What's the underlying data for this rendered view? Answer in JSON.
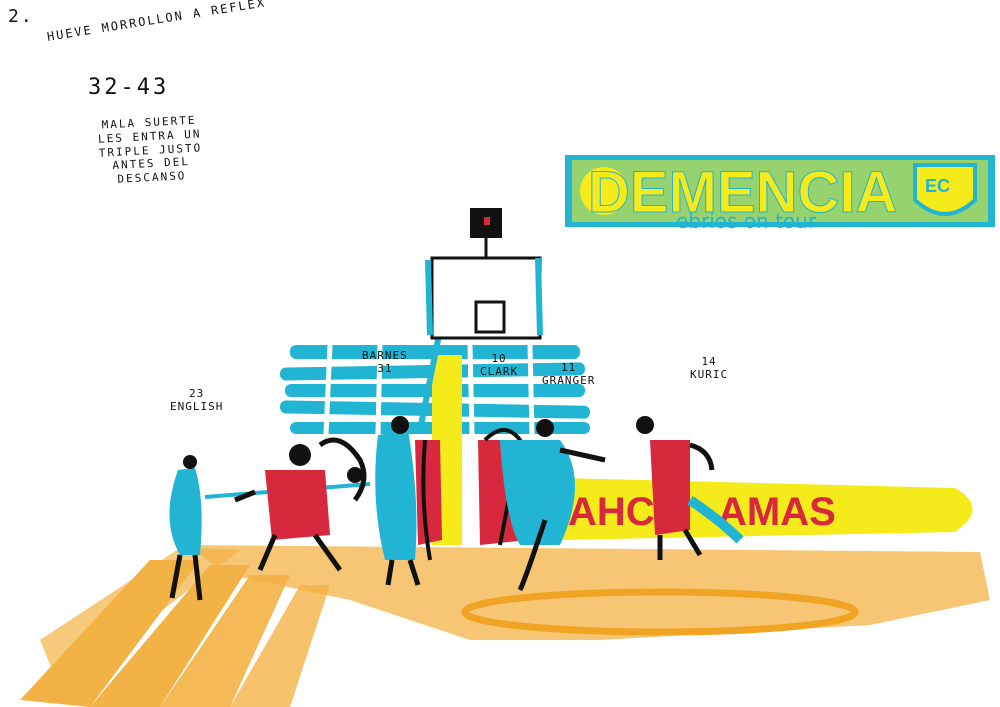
{
  "sketch": {
    "number": "2.",
    "note_title": "Hueve Morrollon a Reflex",
    "score": "32-43",
    "note_body": "Mala suerte\nles entra un\ntriple justo\nantes del\ndescanso"
  },
  "banners": {
    "top_word": "DEMENCIA",
    "top_tagline": "ebrios on tour",
    "top_crest": "EC",
    "bottom_word": "AHC",
    "bottom_word_right": "AMAS"
  },
  "players": [
    {
      "number": "23",
      "name": "English"
    },
    {
      "number": "31",
      "name": "Barnes"
    },
    {
      "number": "10",
      "name": "Clark"
    },
    {
      "number": "11",
      "name": "Granger"
    },
    {
      "number": "14",
      "name": "Kuric"
    }
  ],
  "colors": {
    "cyan": "#22b5d3",
    "yellow": "#f5ea1a",
    "red": "#d8283d",
    "orange": "#f1a424",
    "ink": "#111111"
  }
}
